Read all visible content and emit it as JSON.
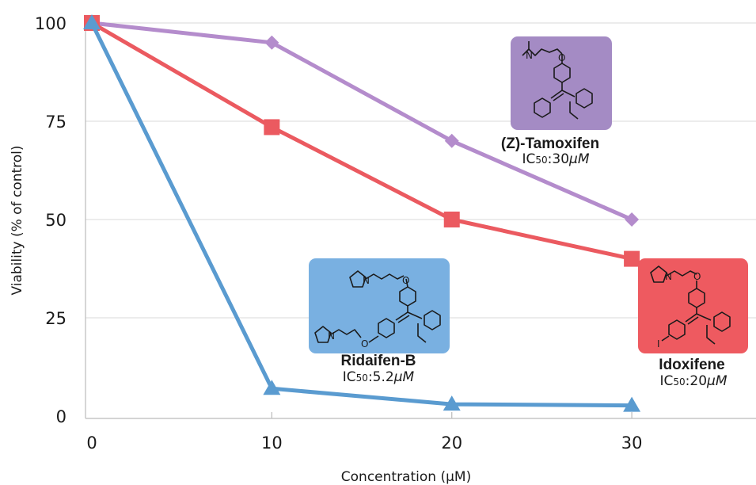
{
  "chart_data": {
    "type": "line",
    "x": [
      0,
      10,
      20,
      30
    ],
    "xlabel": "Concentration (μM)",
    "ylabel": "Viability (% of control)",
    "xlim": [
      0,
      38
    ],
    "ylim": [
      0,
      100
    ],
    "xticks": [
      "0",
      "10",
      "20",
      "30"
    ],
    "yticks": [
      "0",
      "25",
      "50",
      "75",
      "100"
    ],
    "grid": "horizontal",
    "series": [
      {
        "name": "(Z)-Tamoxifen",
        "values": [
          100,
          95,
          70,
          50
        ],
        "color": "#b48ccc",
        "marker": "diamond"
      },
      {
        "name": "Idoxifene",
        "values": [
          100,
          73.5,
          50,
          40
        ],
        "color": "#eb5a60",
        "marker": "square"
      },
      {
        "name": "Ridaifen-B",
        "values": [
          100,
          7,
          3,
          2.7
        ],
        "color": "#5a9bd0",
        "marker": "triangle"
      }
    ],
    "annotations": [
      {
        "name": "(Z)-Tamoxifen",
        "ic50_prefix": "IC",
        "ic50_sub": "50",
        "ic50_value": ":30",
        "ic50_unit": "μM",
        "box_color": "#a48bc4"
      },
      {
        "name": "Ridaifen-B",
        "ic50_prefix": "IC",
        "ic50_sub": "50",
        "ic50_value": ":5.2",
        "ic50_unit": "μM",
        "box_color": "#79b0e1"
      },
      {
        "name": "Idoxifene",
        "ic50_prefix": "IC",
        "ic50_sub": "50",
        "ic50_value": ":20",
        "ic50_unit": "μM",
        "box_color": "#ee5a60"
      }
    ],
    "structure_atoms": {
      "nitrogen": "N",
      "oxygen": "O",
      "iodine": "I"
    }
  }
}
